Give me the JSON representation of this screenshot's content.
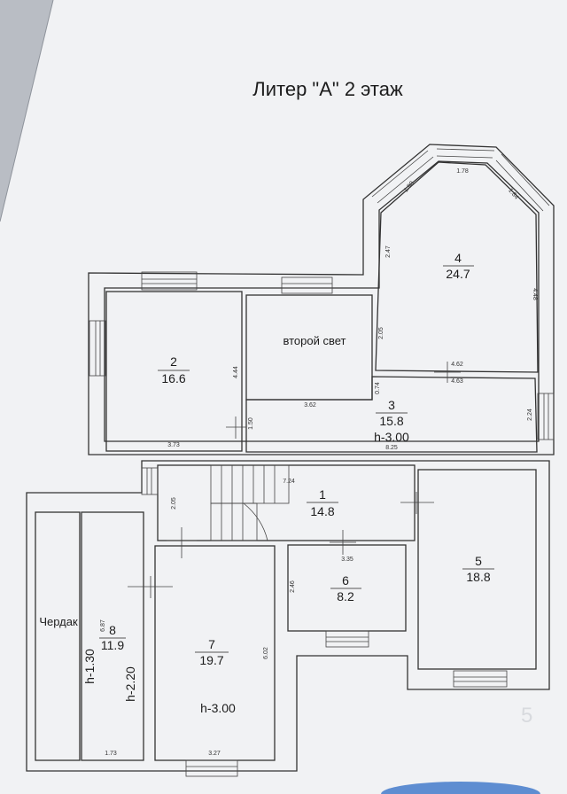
{
  "title": "Литер \"А\" 2 этаж",
  "rooms": [
    {
      "id": "r2",
      "number": "2",
      "area": "16.6"
    },
    {
      "id": "r3",
      "number": "3",
      "area": "15.8",
      "height": "h-3.00"
    },
    {
      "id": "r4",
      "number": "4",
      "area": "24.7"
    },
    {
      "id": "r1",
      "number": "1",
      "area": "14.8"
    },
    {
      "id": "r5",
      "number": "5",
      "area": "18.8"
    },
    {
      "id": "r6",
      "number": "6",
      "area": "8.2"
    },
    {
      "id": "r7",
      "number": "7",
      "area": "19.7",
      "height": "h-3.00"
    },
    {
      "id": "r8",
      "number": "8",
      "area": "11.9",
      "height_a": "h-1.30",
      "height_b": "h-2.20"
    }
  ],
  "labels": {
    "second_light": "второй свет",
    "attic": "Чердак"
  },
  "dimensions": [
    "1.78",
    "1.90",
    "1.84",
    "2.47",
    "4.48",
    "2.05",
    "4.62",
    "4.63",
    "0.74",
    "4.44",
    "3.62",
    "1.50",
    "3.73",
    "2.24",
    "8.25",
    "7.24",
    "2.05",
    "3.35",
    "2.46",
    "6.87",
    "6.02",
    "1.73",
    "3.27"
  ],
  "watermark": "5"
}
